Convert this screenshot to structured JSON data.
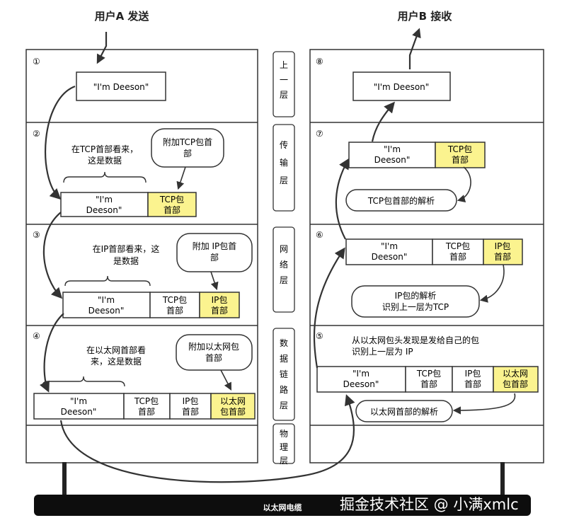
{
  "sender_label": "用户A 发送",
  "receiver_label": "用户B 接收",
  "cable_label": "以太网电缆",
  "watermark": "掘金技术社区 @ 小满xmlc",
  "layer_names": [
    "上\n一\n层",
    "传\n输\n层",
    "网\n络\n层",
    "数\n据\n链\n路\n层",
    "物\n理\n层"
  ],
  "step_numbers": [
    "①",
    "②",
    "③",
    "④",
    "⑤",
    "⑥",
    "⑦",
    "⑧"
  ],
  "payload": "\"I'm Deeson\"",
  "payload_two_line": "\"I'm\nDeeson\"",
  "tcp_header": "TCP包\n首部",
  "ip_header": "IP包\n首部",
  "eth_header": "以太网\n包首部",
  "left_notes": {
    "transport_thought": "在TCP首部看来，\n这是数据",
    "transport_bubble": "附加TCP包首\n部",
    "network_thought": "在IP首部看来，这\n是数据",
    "network_bubble": "附加 IP包首\n部",
    "link_thought": "在以太网首部看\n来，这是数据",
    "link_bubble": "附加以太网包\n首部"
  },
  "right_notes": {
    "transport_bubble": "TCP包首部的解析",
    "network_bubble": "IP包的解析\n识别上一层为TCP",
    "link_text": "从以太网包头发现是发给自己的包\n识别上一层为 IP",
    "link_bubble": "以太网首部的解析"
  },
  "colors": {
    "header_highlight": "#fbf38f",
    "box_fill": "#ffffff",
    "stroke": "#333333",
    "cable": "#0d0d0d"
  }
}
